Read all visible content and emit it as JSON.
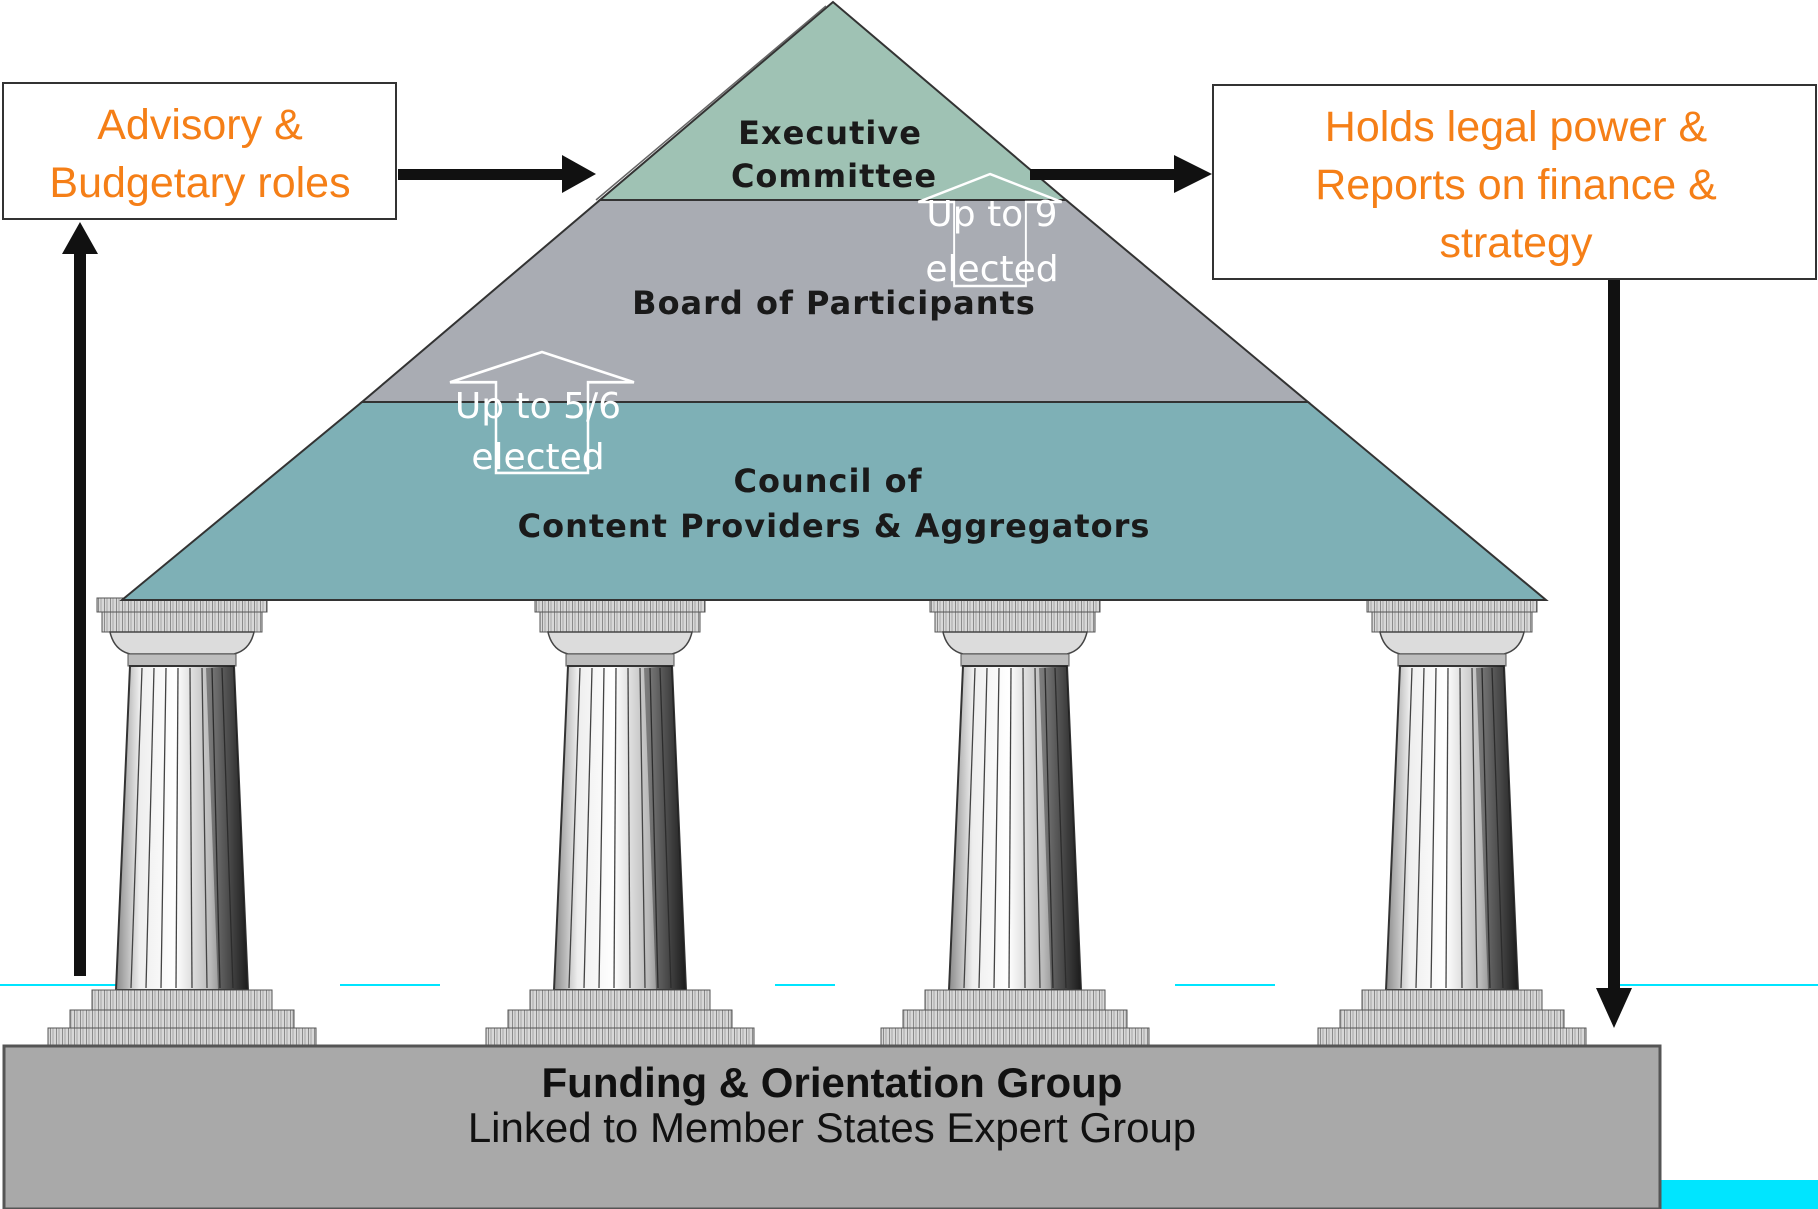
{
  "roles": {
    "left_line1": "Advisory &",
    "left_line2": "Budgetary roles",
    "right_line1": "Holds legal power &",
    "right_line2": "Reports on finance &",
    "right_line3": "strategy"
  },
  "pyramid": {
    "executive_line1": "Executive",
    "executive_line2": "Committee",
    "board": "Board of Participants",
    "council_line1": "Council of",
    "council_line2": "Content Providers & Aggregators"
  },
  "elections": {
    "to_executive_line1": "Up to 9",
    "to_executive_line2": "elected",
    "to_board_line1": "Up to 5/6",
    "to_board_line2": "elected"
  },
  "base": {
    "title": "Funding & Orientation Group",
    "subtitle": "Linked to Member States Expert Group"
  },
  "colors": {
    "executive_fill": "#9FC2B4",
    "board_fill": "#A9ACB3",
    "council_fill": "#7EB0B6",
    "base_fill": "#A9A9A9",
    "role_text": "#F57F17",
    "accent_line": "#00E5FF"
  },
  "icons": {
    "columns": "greek-column-icon",
    "arrows": "arrow-icon"
  }
}
